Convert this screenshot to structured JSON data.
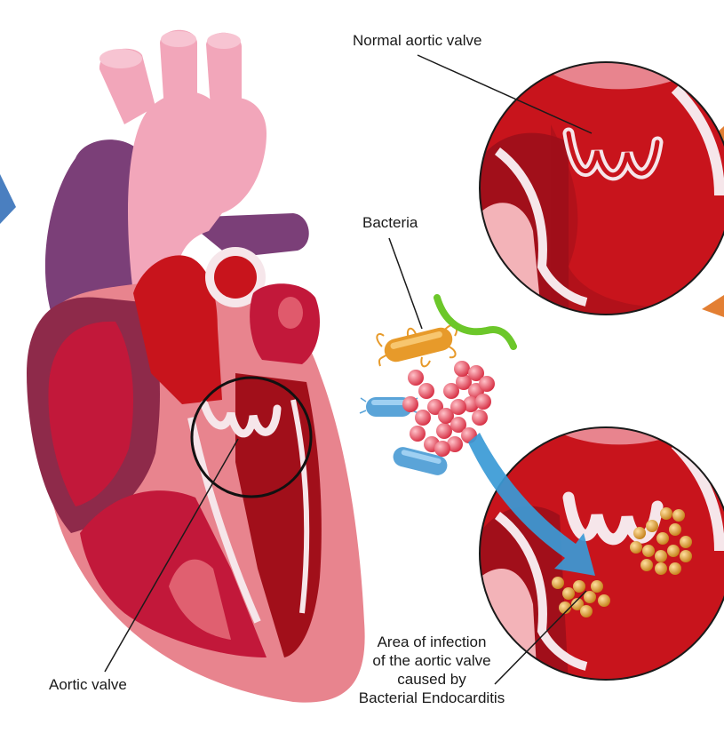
{
  "labels": {
    "normal_valve": "Normal aortic valve",
    "bacteria": "Bacteria",
    "aortic_valve": "Aortic valve",
    "infection_lines": [
      "Area of infection",
      "of the aortic valve",
      "caused by",
      "Bacterial Endocarditis"
    ]
  },
  "colors": {
    "background": "#ffffff",
    "blood_red": "#c8141c",
    "dark_red": "#a10f1a",
    "tissue_pink": "#e8848e",
    "light_pink": "#f3b3b8",
    "aorta_pink": "#f2a6ba",
    "vein_purple": "#7b3f78",
    "valve_white": "#f6e6ea",
    "bacteria_orange": "#e79a2a",
    "cocci_red": "#ea4f62",
    "rod_blue": "#5aa4d8",
    "rod_green": "#6cc72a",
    "pointer_blue": "#3a9ad6",
    "callout_orange": "#e37f33",
    "infection_gold": "#d99a2b"
  }
}
